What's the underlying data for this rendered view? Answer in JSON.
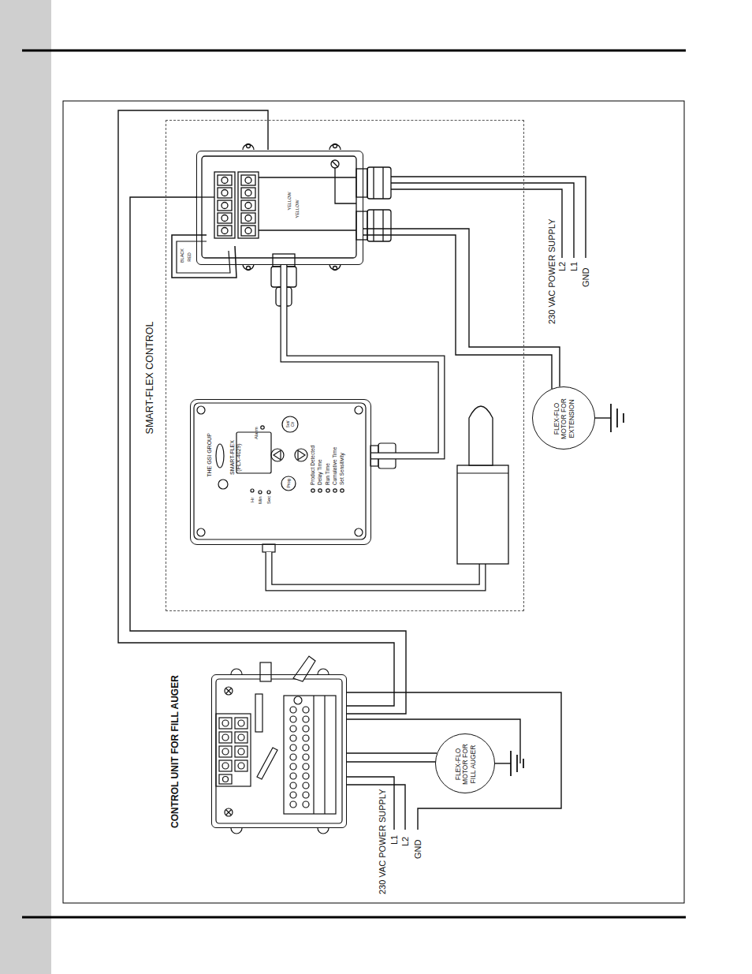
{
  "diagram": {
    "nodes": [
      {
        "text": [
          "SMART-FLEX CONTROL"
        ]
      },
      {
        "text": [
          "THE GSI GROUP",
          "SMART-FLEX (FLX-4029)"
        ],
        "in": 0
      },
      {
        "text": [
          "BLACK",
          "RED",
          "YELLOW",
          "YELLOW"
        ],
        "in": 0
      },
      {
        "text": [
          "CONTROL UNIT FOR FILL AUGER"
        ]
      },
      {
        "text": [
          "FLEX-FLO MOTOR FOR EXTENSION"
        ]
      },
      {
        "text": [
          "FLEX-FLO MOTOR FOR FILL AUGER"
        ]
      }
    ],
    "edges": [
      {
        "from": 1,
        "to": 2,
        "arrow": "none"
      },
      {
        "from": 2,
        "to": 4,
        "arrow": "none"
      },
      {
        "from": 3,
        "to": 2,
        "arrow": "none"
      },
      {
        "from": 3,
        "to": 5,
        "arrow": "none"
      }
    ],
    "labels": [
      "230 VAC POWER SUPPLY",
      "L2",
      "L1",
      "GND",
      "230 VAC POWER SUPPLY",
      "L1",
      "L2",
      "GND",
      "Hr",
      "Min",
      "Sec",
      "Alarm",
      "Set/ Clr",
      "Prog",
      "Product Detected",
      "Delay Time",
      "Run Time",
      "Cumulative Time",
      "Set Sensitivity"
    ]
  }
}
